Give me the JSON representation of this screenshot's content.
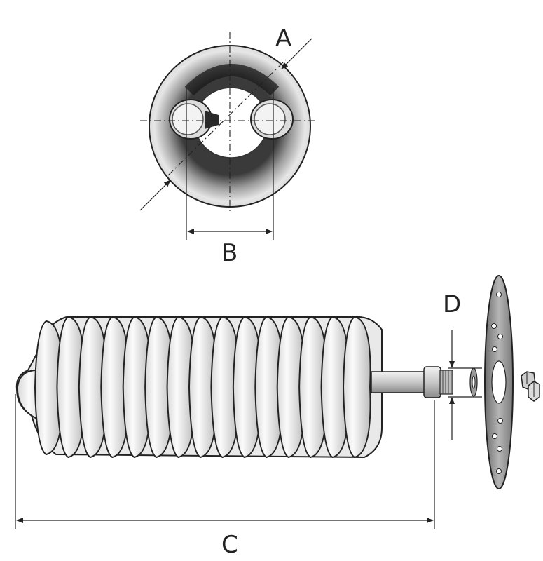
{
  "labels": {
    "a": "A",
    "b": "B",
    "c": "C",
    "d": "D"
  },
  "colors": {
    "line": "#222222",
    "metal_light": "#f4f4f4",
    "metal_mid": "#cfcfcf",
    "metal_dark": "#6e6e6e",
    "flange": "#9a9a9a"
  },
  "coil_turns": 15
}
